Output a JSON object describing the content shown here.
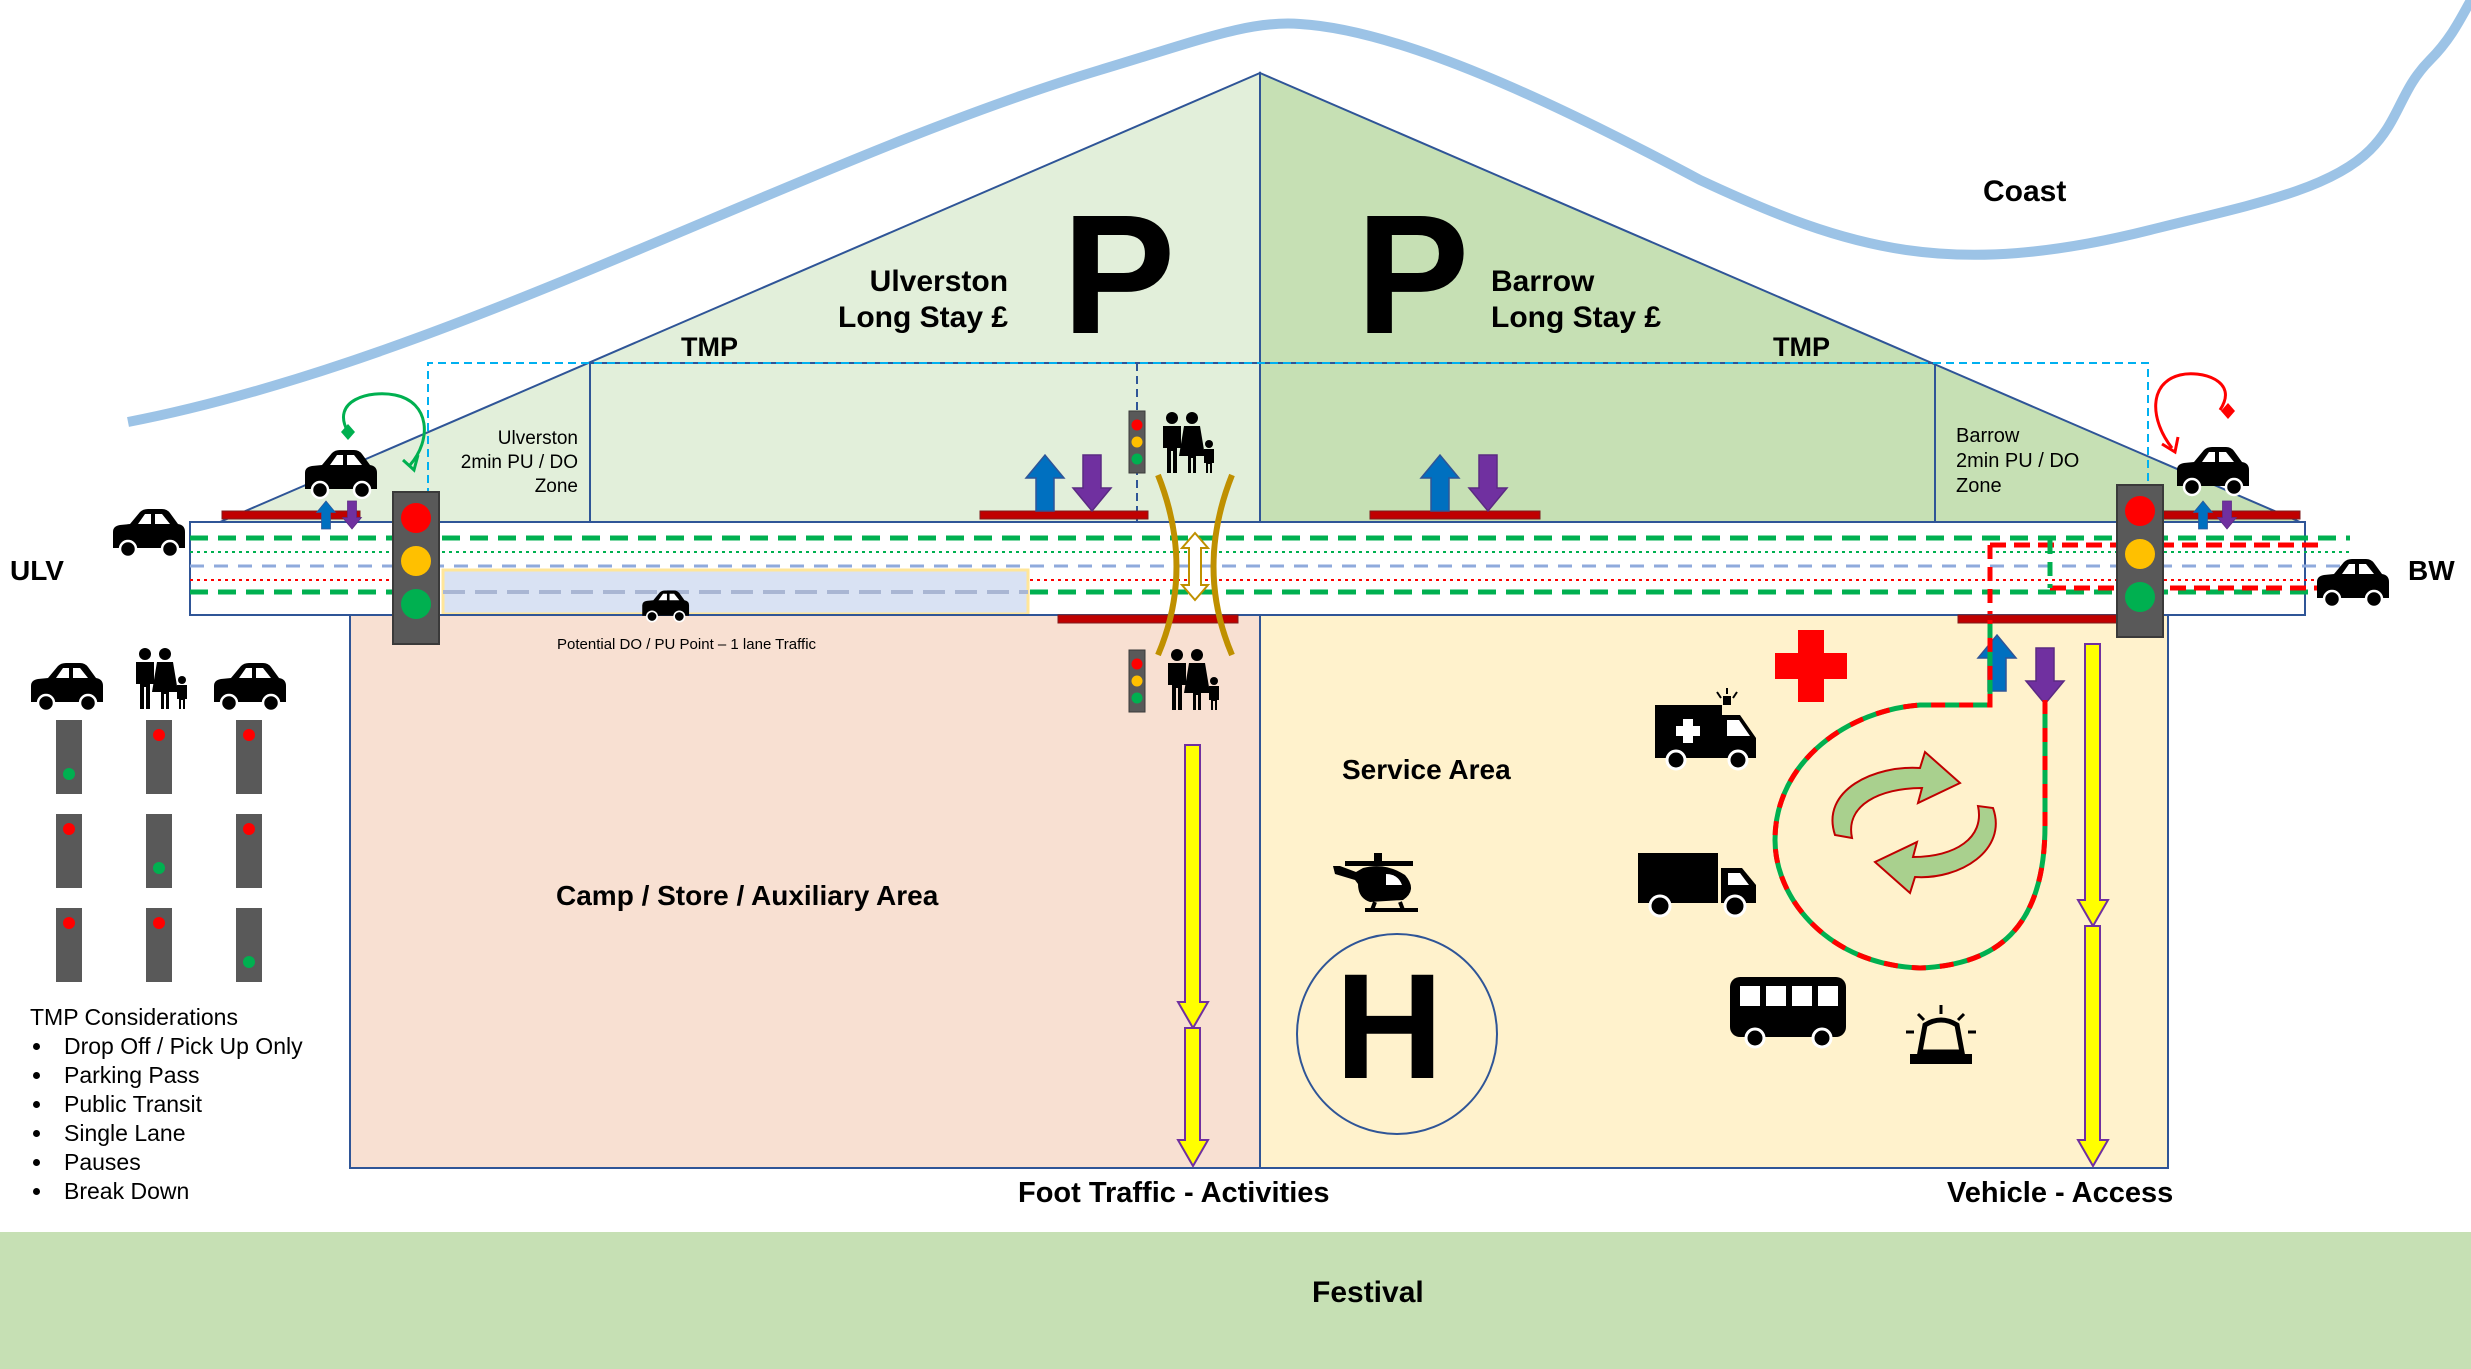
{
  "labels": {
    "coast": "Coast",
    "ulverston_park": [
      "Ulverston",
      "Long Stay £"
    ],
    "barrow_park": [
      "Barrow",
      "Long Stay £"
    ],
    "parking_symbol": "P",
    "tmp_left": "TMP",
    "tmp_right": "TMP",
    "ulverston_zone": [
      "Ulverston",
      "2min PU / DO",
      "Zone"
    ],
    "barrow_zone": [
      "Barrow",
      "2min PU / DO",
      "Zone"
    ],
    "ulv": "ULV",
    "bw": "BW",
    "do_pu_point": "Potential DO / PU Point – 1 lane Traffic",
    "camp_area": "Camp / Store / Auxiliary Area",
    "service_area": "Service Area",
    "helipad": "H",
    "foot_traffic": "Foot Traffic - Activities",
    "vehicle_access": "Vehicle - Access",
    "festival": "Festival"
  },
  "tmp_considerations": {
    "title": "TMP Considerations",
    "items": [
      "Drop Off / Pick Up Only",
      "Parking Pass",
      "Public Transit",
      "Single Lane",
      "Pauses",
      "Break Down"
    ]
  },
  "colors": {
    "coast_line": "#9cc3e6",
    "park_left": "#e2efda",
    "park_right": "#c6e0b4",
    "camp_area": "#f8e0d2",
    "service_area": "#fff2cc",
    "festival": "#c6e0b4",
    "outline": "#2f5597",
    "green_dash": "#00b050",
    "red_dash": "#ff0000",
    "blue_arrow": "#0070c0",
    "purple_arrow": "#7030a0",
    "yellow_arrow": "#ffff00",
    "barrier": "#c00000",
    "traffic_light_body": "#595959"
  },
  "icons": [
    "car-icon",
    "family-icon",
    "traffic-light-icon",
    "helicopter-icon",
    "helipad-icon",
    "ambulance-icon",
    "truck-icon",
    "bus-icon",
    "siren-icon",
    "first-aid-cross-icon",
    "recycle-arrows-icon",
    "u-turn-arrow-icon"
  ]
}
